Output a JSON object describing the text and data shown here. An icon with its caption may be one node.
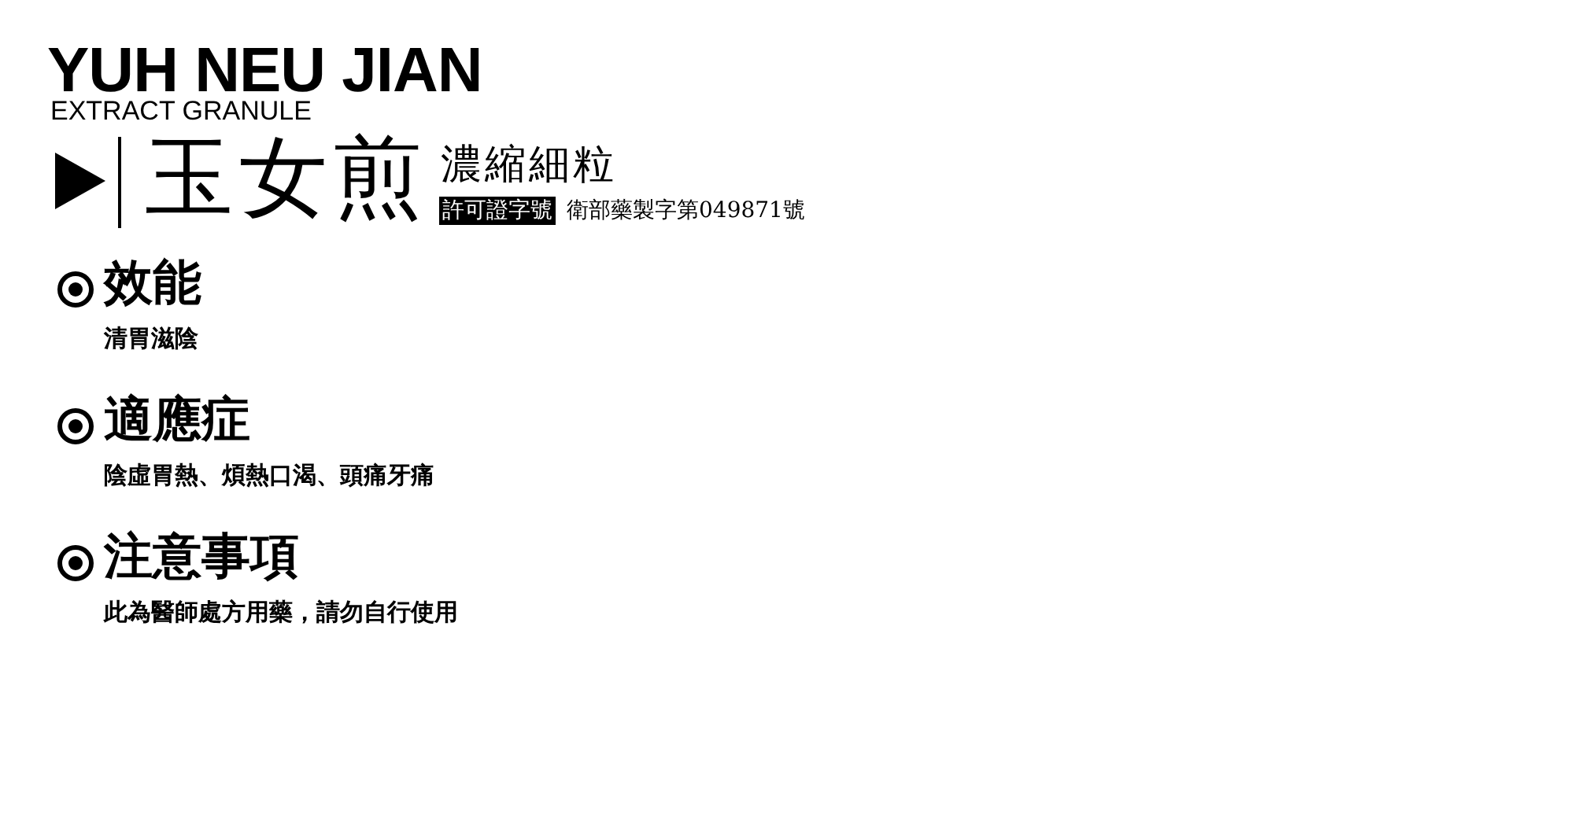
{
  "diagram": {
    "title": "YUH NEU JIAN",
    "labels": [
      "EXTRACT GRANULE",
      "玉女煎",
      "濃縮細粒",
      "許可證字號",
      "衛部藥製字第049871號",
      "效能",
      "清胃滋陰",
      "適應症",
      "陰虛胃熱、煩熱口渴、頭痛牙痛",
      "注意事項",
      "此為醫師處方用藥，請勿自行使用"
    ]
  }
}
